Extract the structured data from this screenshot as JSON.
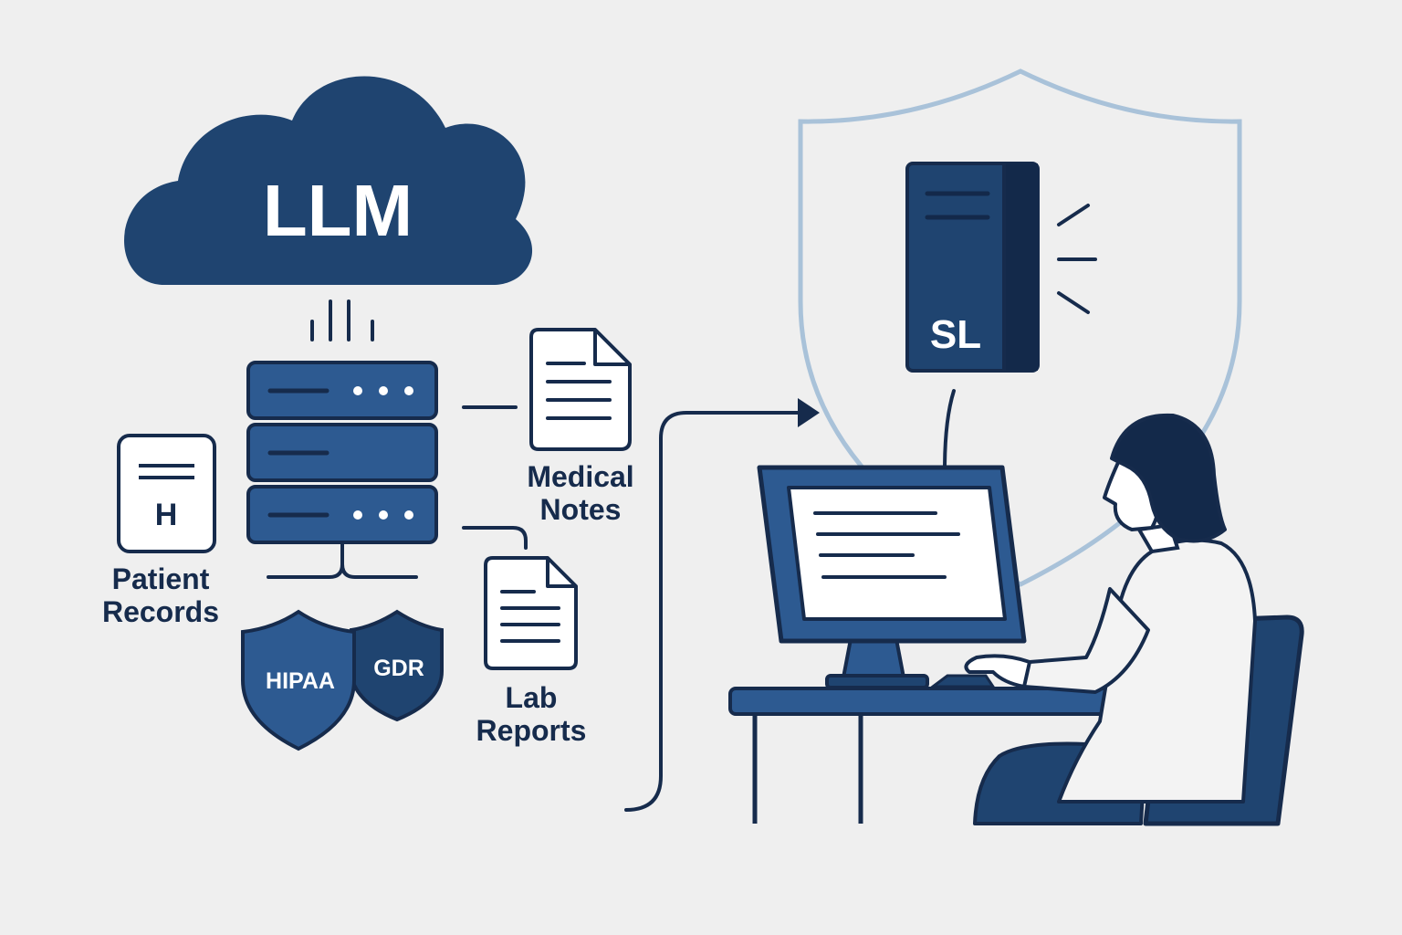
{
  "cloud": {
    "label": "LLM"
  },
  "documents": {
    "patient": {
      "line1": "Patient",
      "line2": "Records",
      "glyph": "H"
    },
    "medical": {
      "line1": "Medical",
      "line2": "Notes"
    },
    "lab": {
      "line1": "Lab",
      "line2": "Reports"
    }
  },
  "badges": {
    "hipaa": "HIPAA",
    "gdpr": "GDR"
  },
  "local_server": {
    "label": "SL"
  },
  "colors": {
    "navy": "#1f4470",
    "navy_dark": "#13294a",
    "blue": "#2d5a91",
    "outline": "#162b4c",
    "shield_light": "#a9c2d9",
    "background": "#efefef",
    "coat": "#f3f3f3"
  }
}
